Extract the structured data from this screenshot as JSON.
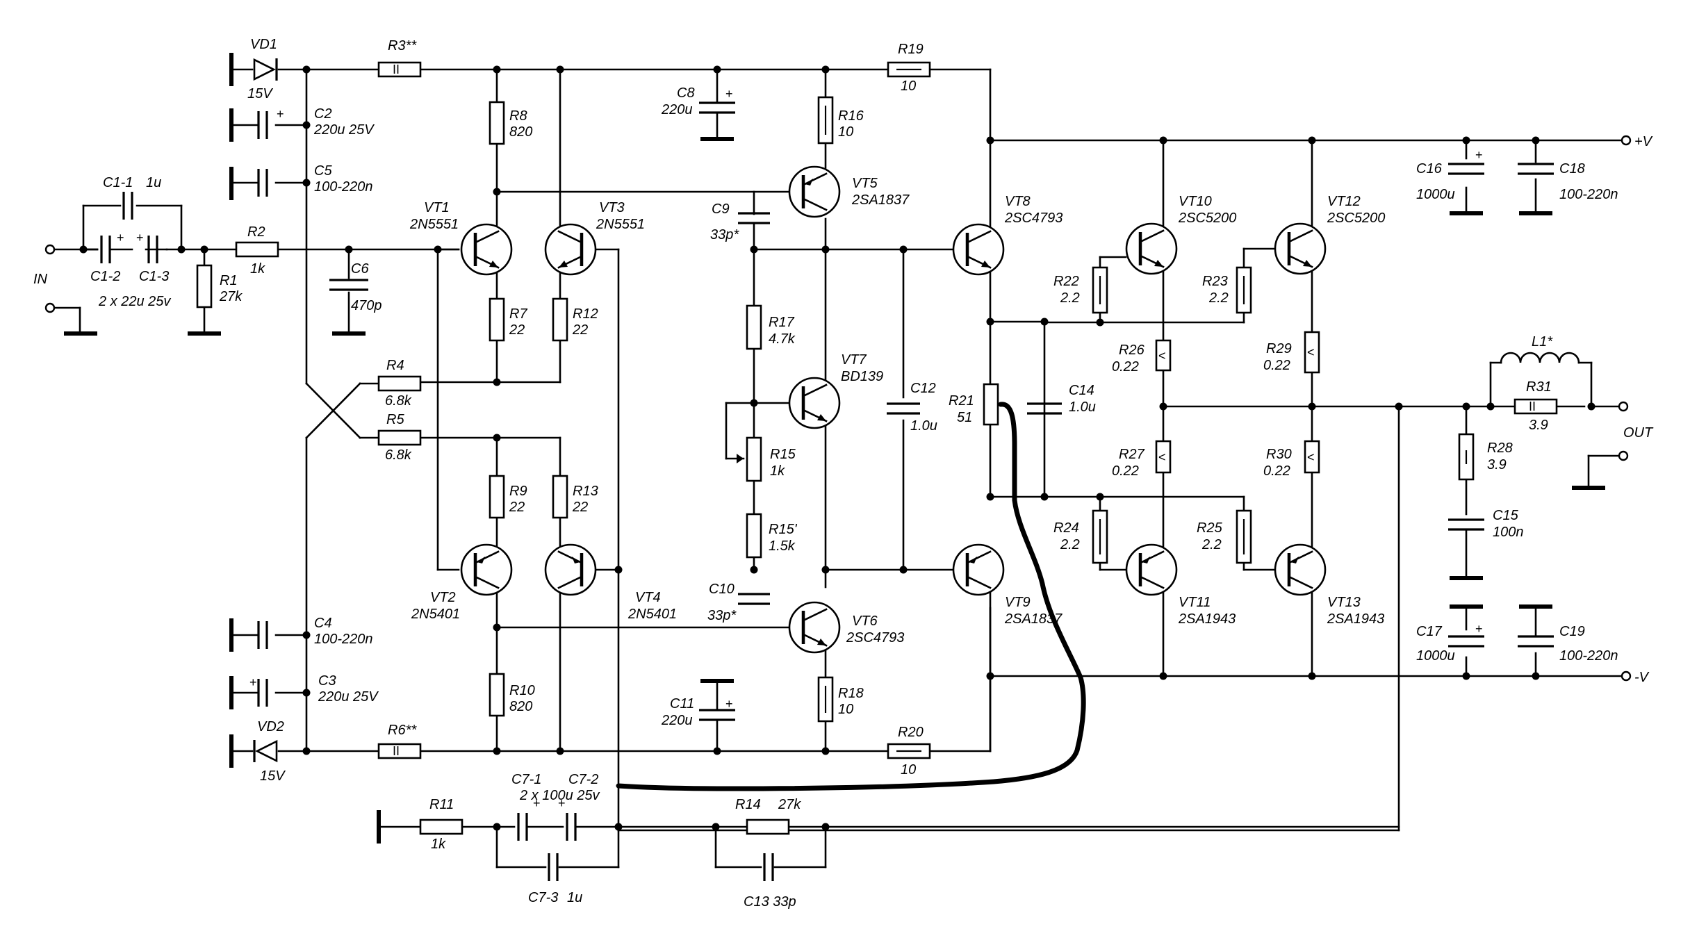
{
  "labels": {
    "vd1": "VD1",
    "vd1_v": "15V",
    "r3": "R3**",
    "c2": "C2",
    "c2_v": "220u 25V",
    "c5": "C5",
    "c5_v": "100-220n",
    "c1_1": "C1-1",
    "c1_1_v": "1u",
    "c1_2": "C1-2",
    "c1_3": "C1-3",
    "c1_note": "2 x 22u 25v",
    "in": "IN",
    "r2": "R2",
    "r2_v": "1k",
    "r1": "R1",
    "r1_v": "27k",
    "c6": "C6",
    "c6_v": "470p",
    "r8": "R8",
    "r8_v": "820",
    "vt1": "VT1",
    "vt1_v": "2N5551",
    "vt3": "VT3",
    "vt3_v": "2N5551",
    "r7": "R7",
    "r7_v": "22",
    "r12": "R12",
    "r12_v": "22",
    "r4": "R4",
    "r4_v": "6.8k",
    "r5": "R5",
    "r5_v": "6.8k",
    "r9": "R9",
    "r9_v": "22",
    "r13": "R13",
    "r13_v": "22",
    "vt2": "VT2",
    "vt2_v": "2N5401",
    "vt4": "VT4",
    "vt4_v": "2N5401",
    "c4": "C4",
    "c4_v": "100-220n",
    "c3": "C3",
    "c3_v": "220u 25V",
    "r10": "R10",
    "r10_v": "820",
    "vd2": "VD2",
    "vd2_v": "15V",
    "r6": "R6**",
    "r11": "R11",
    "r11_v": "1k",
    "c7_1": "C7-1",
    "c7_2": "C7-2",
    "c7_note": "2 x 100u 25v",
    "c7_3": "C7-3",
    "c7_3_v": "1u",
    "r14": "R14",
    "r14_v": "27k",
    "c13": "C13 33p",
    "c8": "C8",
    "c8_v": "220u",
    "r19": "R19",
    "r19_v": "10",
    "r16": "R16",
    "r16_v": "10",
    "vt5": "VT5",
    "vt5_v": "2SA1837",
    "c9": "C9",
    "c9_v": "33p*",
    "r17": "R17",
    "r17_v": "4.7k",
    "vt7": "VT7",
    "vt7_v": "BD139",
    "r15": "R15",
    "r15_v": "1k",
    "r15p": "R15'",
    "r15p_v": "1.5k",
    "c12": "C12",
    "c12_v": "1.0u",
    "c10": "C10",
    "c10_v": "33p*",
    "vt6": "VT6",
    "vt6_v": "2SC4793",
    "c11": "C11",
    "c11_v": "220u",
    "r18": "R18",
    "r18_v": "10",
    "r20": "R20",
    "r20_v": "10",
    "vt8": "VT8",
    "vt8_v": "2SC4793",
    "vt9": "VT9",
    "vt9_v": "2SA1837",
    "r21": "R21",
    "r21_v": "51",
    "c14": "C14",
    "c14_v": "1.0u",
    "r22": "R22",
    "r22_v": "2.2",
    "r23": "R23",
    "r23_v": "2.2",
    "r24": "R24",
    "r24_v": "2.2",
    "r25": "R25",
    "r25_v": "2.2",
    "vt10": "VT10",
    "vt10_v": "2SC5200",
    "vt12": "VT12",
    "vt12_v": "2SC5200",
    "vt11": "VT11",
    "vt11_v": "2SA1943",
    "vt13": "VT13",
    "vt13_v": "2SA1943",
    "r26": "R26",
    "r26_v": "0.22",
    "r27": "R27",
    "r27_v": "0.22",
    "r29": "R29",
    "r29_v": "0.22",
    "r30": "R30",
    "r30_v": "0.22",
    "c16": "C16",
    "c16_v": "1000u",
    "c18": "C18",
    "c18_v": "100-220n",
    "c17": "C17",
    "c17_v": "1000u",
    "c19": "C19",
    "c19_v": "100-220n",
    "l1": "L1*",
    "r31": "R31",
    "r31_v": "3.9",
    "r28": "R28",
    "r28_v": "3.9",
    "c15": "C15",
    "c15_v": "100n",
    "out": "OUT",
    "vpos": "+V",
    "vneg": "-V"
  }
}
